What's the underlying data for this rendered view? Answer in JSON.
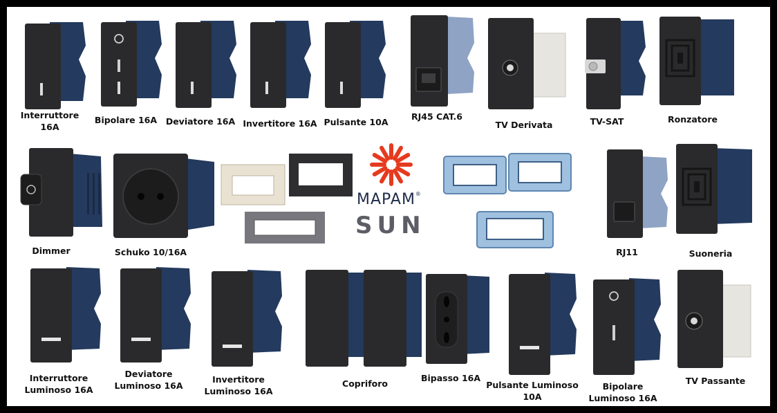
{
  "brand": {
    "name": "MAPAM",
    "registered": "®",
    "series": "SUN",
    "logo_color": "#e63a1f"
  },
  "colors": {
    "module_front": "#2a2a2c",
    "module_back": "#243a5e",
    "frame_stroke": "#000000",
    "background": "#ffffff"
  },
  "products": [
    {
      "label": "Interruttore\n16A",
      "kind": "switch",
      "detail": "single-led"
    },
    {
      "label": "Bipolare 16A",
      "kind": "switch",
      "detail": "bipolar"
    },
    {
      "label": "Deviatore 16A",
      "kind": "switch",
      "detail": "single-led"
    },
    {
      "label": "Invertitore 16A",
      "kind": "switch",
      "detail": "single-led"
    },
    {
      "label": "Pulsante 10A",
      "kind": "switch",
      "detail": "single-led"
    },
    {
      "label": "RJ45 CAT.6",
      "kind": "socket",
      "detail": "rj45"
    },
    {
      "label": "TV Derivata",
      "kind": "socket",
      "detail": "tv"
    },
    {
      "label": "TV-SAT",
      "kind": "socket",
      "detail": "sat"
    },
    {
      "label": "Ronzatore",
      "kind": "sounder",
      "detail": "grille"
    },
    {
      "label": "Dimmer",
      "kind": "dimmer",
      "detail": "knob"
    },
    {
      "label": "Schuko 10/16A",
      "kind": "schuko",
      "detail": "schuko"
    },
    {
      "label": "RJ11",
      "kind": "socket",
      "detail": "rj11"
    },
    {
      "label": "Suoneria",
      "kind": "sounder",
      "detail": "grille"
    },
    {
      "label": "Interruttore\nLuminoso 16A",
      "kind": "switch",
      "detail": "wide-led"
    },
    {
      "label": "Deviatore\nLuminoso 16A",
      "kind": "switch",
      "detail": "wide-led"
    },
    {
      "label": "Invertitore\nLuminoso 16A",
      "kind": "switch",
      "detail": "wide-led"
    },
    {
      "label": "Copriforo",
      "kind": "blank",
      "detail": "pair"
    },
    {
      "label": "Bipasso 16A",
      "kind": "socket",
      "detail": "bipasso"
    },
    {
      "label": "Pulsante Luminoso\n10A",
      "kind": "switch",
      "detail": "wide-led"
    },
    {
      "label": "Bipolare\nLuminoso 16A",
      "kind": "switch",
      "detail": "bipolar-lum"
    },
    {
      "label": "TV Passante",
      "kind": "socket",
      "detail": "tv"
    }
  ],
  "plates": [
    {
      "color": "#e9e2d2"
    },
    {
      "color": "#2e2e30"
    },
    {
      "color": "#77777d"
    }
  ]
}
